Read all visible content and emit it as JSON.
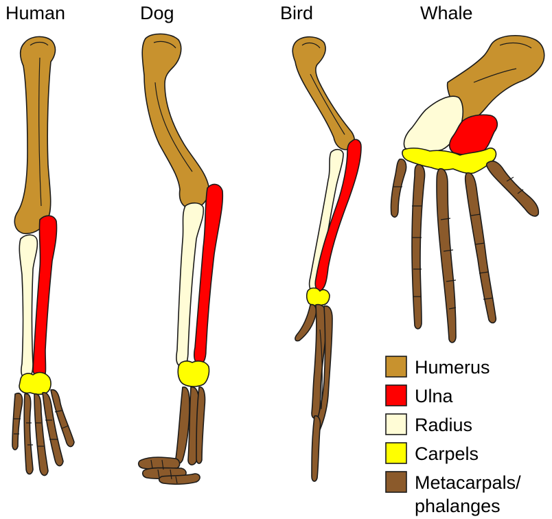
{
  "titles": {
    "human": "Human",
    "dog": "Dog",
    "bird": "Bird",
    "whale": "Whale"
  },
  "colors": {
    "humerus": "#C8922E",
    "ulna": "#FF0000",
    "radius": "#FFFCD6",
    "carpels": "#FFFF00",
    "metacarpals": "#8B5A2B"
  },
  "legend": {
    "humerus": "Humerus",
    "ulna": "Ulna",
    "radius": "Radius",
    "carpels": "Carpels",
    "metacarpals_line1": "Metacarpals/",
    "metacarpals_line2": "phalanges"
  }
}
